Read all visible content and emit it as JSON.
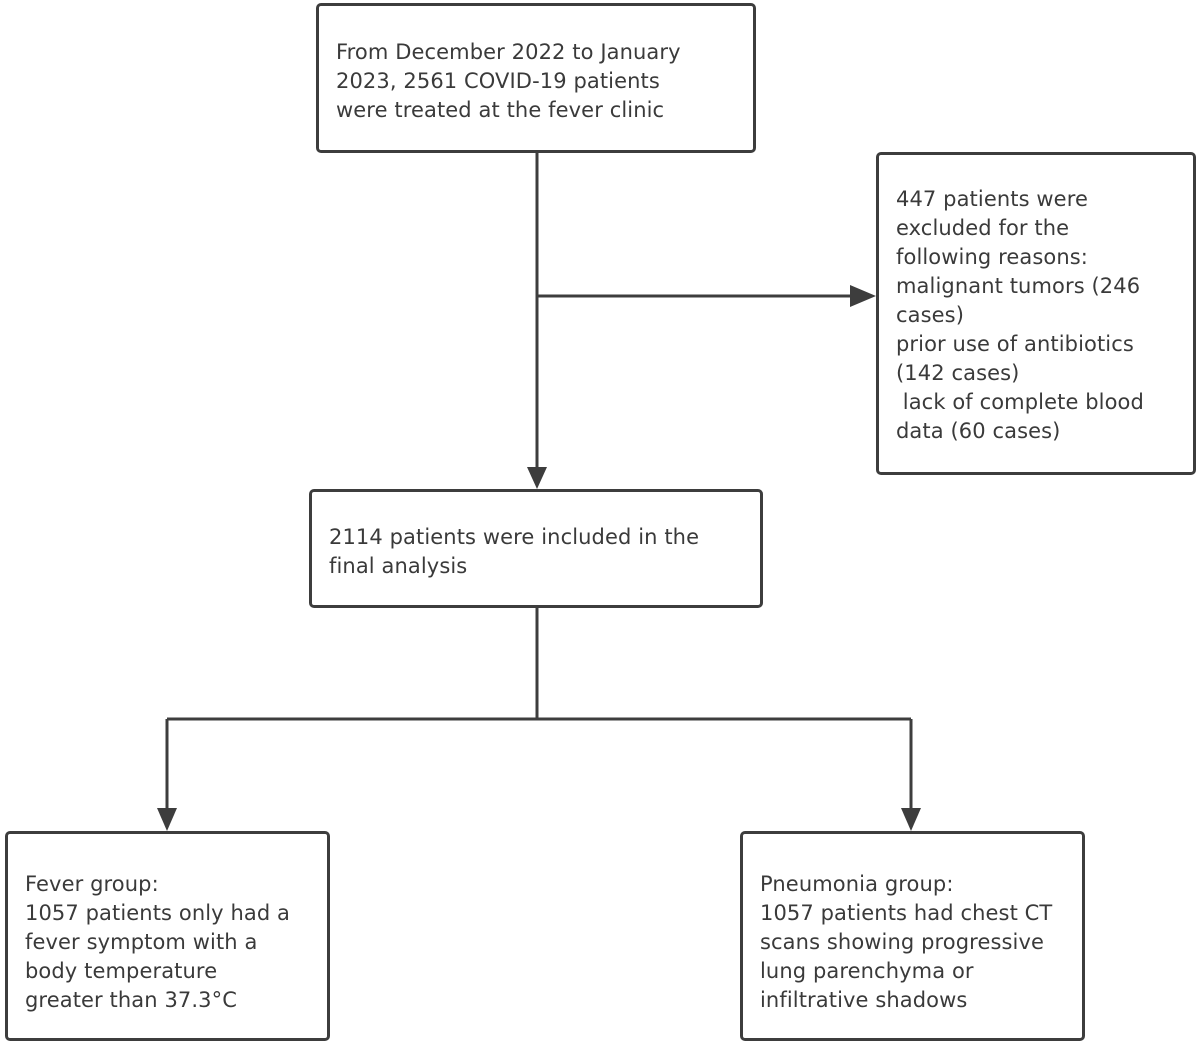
{
  "flowchart": {
    "start": {
      "lines": [
        "From December 2022 to January",
        "2023, 2561 COVID-19 patients",
        "were treated at the fever clinic"
      ]
    },
    "excluded": {
      "lines": [
        "447 patients were",
        "excluded for the",
        "following reasons:",
        "malignant tumors (246",
        "cases)",
        "prior use of antibiotics",
        "(142 cases)",
        " lack of complete blood",
        "data (60 cases)"
      ]
    },
    "included": {
      "lines": [
        "2114 patients were included in the",
        "final analysis"
      ]
    },
    "fever_group": {
      "lines": [
        "Fever group:",
        "1057 patients only had a",
        "fever symptom with a",
        "body temperature",
        "greater than 37.3°C"
      ]
    },
    "pneumonia_group": {
      "lines": [
        "Pneumonia group:",
        "1057 patients had chest CT",
        "scans showing progressive",
        "lung parenchyma or",
        "infiltrative shadows"
      ]
    }
  },
  "colors": {
    "border": "#3d3d3d",
    "text": "#3a3a3a",
    "background": "#ffffff"
  }
}
